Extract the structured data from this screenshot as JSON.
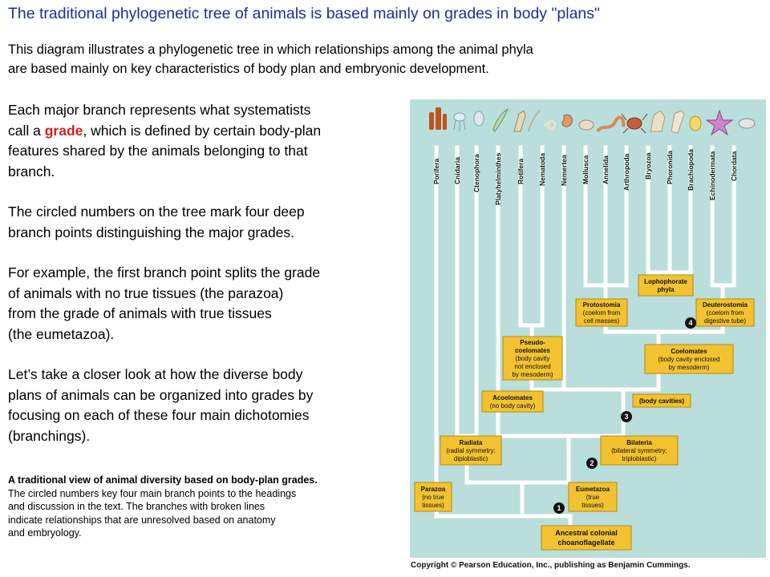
{
  "title": "The traditional phylogenetic tree of animals is based mainly on grades in body \"plans\"",
  "intro": [
    "This diagram illustrates a phylogenetic tree in which relationships among the animal phyla",
    "are based mainly on key characteristics of body plan and embryonic development."
  ],
  "paragraphs": {
    "p1_lines": [
      "Each major branch represents what systematists",
      "call a ",
      "grade",
      ", which is defined by certain body-plan",
      "features shared by the animals belonging to that",
      "branch."
    ],
    "p2_lines": [
      "The circled numbers on the tree mark four deep",
      "branch points distinguishing the major grades."
    ],
    "p3_lines": [
      "For example, the first branch point splits the grade",
      "of animals with no true tissues (the parazoa)",
      "from the grade of animals with true tissues",
      "(the eumetazoa)."
    ],
    "p4_lines": [
      "Let’s take a closer look at how the diverse body",
      "plans of animals can be organized into grades by",
      "focusing on each of these four main dichotomies",
      "(branchings)."
    ]
  },
  "caption": {
    "title": "A traditional view of animal diversity based on body-plan grades.",
    "lines": [
      "The circled numbers key four main branch points to the headings",
      "and discussion in the text. The branches with broken lines",
      "indicate relationships that are unresolved based on anatomy",
      "and embryology."
    ]
  },
  "figure": {
    "phyla": [
      "Porifera",
      "Cnidaria",
      "Ctenophora",
      "Platyhelminthes",
      "Rotifera",
      "Nematoda",
      "Nemertea",
      "Mollusca",
      "Annelida",
      "Arthropoda",
      "Bryozoa",
      "Phoronida",
      "Brachiopoda",
      "Echinodermata",
      "Chordata"
    ],
    "labels": {
      "lophophorate": [
        "Lophophorate",
        "phyla"
      ],
      "protostomia": [
        "Protostomia",
        "(coelom from",
        "cell masses)"
      ],
      "deuterostomia": [
        "Deuterostomia",
        "(coelom from",
        "digestive tube)"
      ],
      "pseudocoelomates": [
        "Pseudo-",
        "coelomates",
        "(body cavity",
        "not enclosed",
        "by mesoderm)"
      ],
      "coelomates": [
        "Coelomates",
        "(body cavity enclosed",
        "by mesoderm)"
      ],
      "acoelomates": [
        "Acoelomates",
        "(no body cavity)"
      ],
      "body_cavities": [
        "(body cavities)"
      ],
      "radiata": [
        "Radiata",
        "(radial symmetry;",
        "diploblastic)"
      ],
      "bilateria": [
        "Bilateria",
        "(bilateral symmetry;",
        "triploblastic)"
      ],
      "parazoa": [
        "Parazoa",
        "(no true",
        "tissues)"
      ],
      "eumetazoa": [
        "Eumetazoa",
        "(true",
        "tissues)"
      ],
      "ancestral": [
        "Ancestral colonial",
        "choanoflagellate"
      ]
    },
    "branch_points": [
      "1",
      "2",
      "3",
      "4"
    ]
  },
  "copyright": "Copyright © Pearson Education, Inc., publishing as Benjamin Cummings.",
  "colors": {
    "title": "#1f2d9a",
    "grade": "#d42020",
    "figure_bg": "#b9dedb",
    "label_box": "#f2c230",
    "branch": "#ffffff"
  }
}
